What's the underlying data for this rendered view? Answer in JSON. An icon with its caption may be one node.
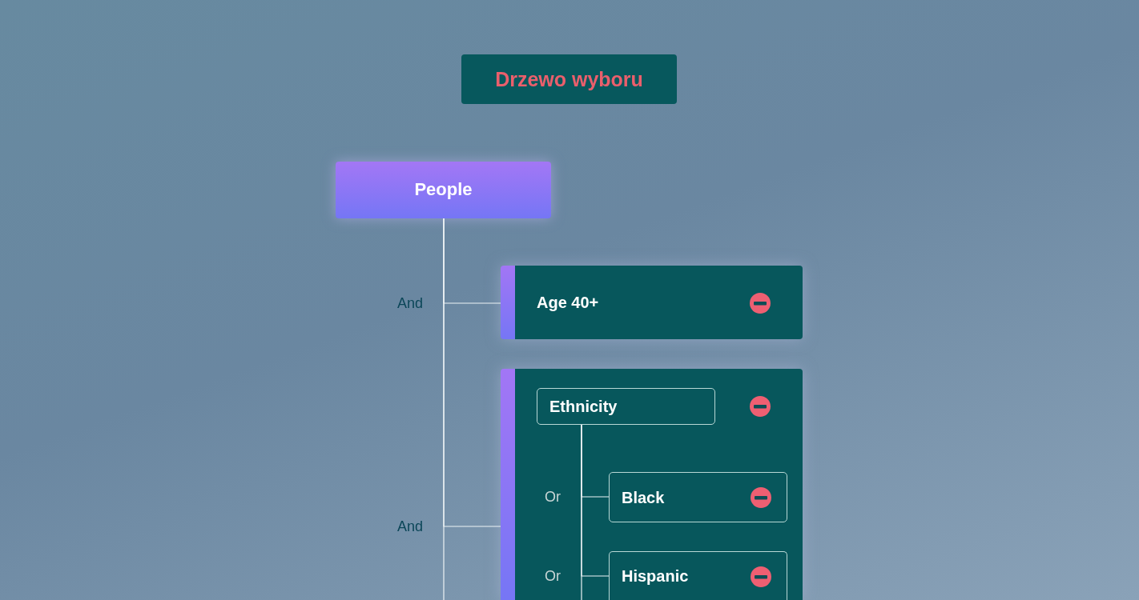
{
  "diagram": {
    "title": "Drzewo wyboru",
    "nodes": [
      {
        "text": [
          "People"
        ]
      },
      {
        "text": [
          "Age 40+"
        ]
      },
      {
        "text": [],
        "shape": "box"
      },
      {
        "text": [
          "Ethnicity"
        ],
        "in": 2
      },
      {
        "text": [
          "Black"
        ],
        "in": 2
      },
      {
        "text": [
          "Hispanic"
        ],
        "in": 2
      }
    ],
    "edges": [
      {
        "from": 0,
        "to": 1,
        "arrow": "none",
        "label": "And"
      },
      {
        "from": 0,
        "to": 2,
        "arrow": "none",
        "label": "And"
      },
      {
        "from": 3,
        "to": 4,
        "arrow": "none",
        "label": "Or"
      },
      {
        "from": 3,
        "to": 5,
        "arrow": "none",
        "label": "Or"
      },
      {
        "from": 0,
        "to": null,
        "arrow": "none"
      },
      {
        "from": 3,
        "to": null,
        "arrow": "none"
      }
    ]
  }
}
